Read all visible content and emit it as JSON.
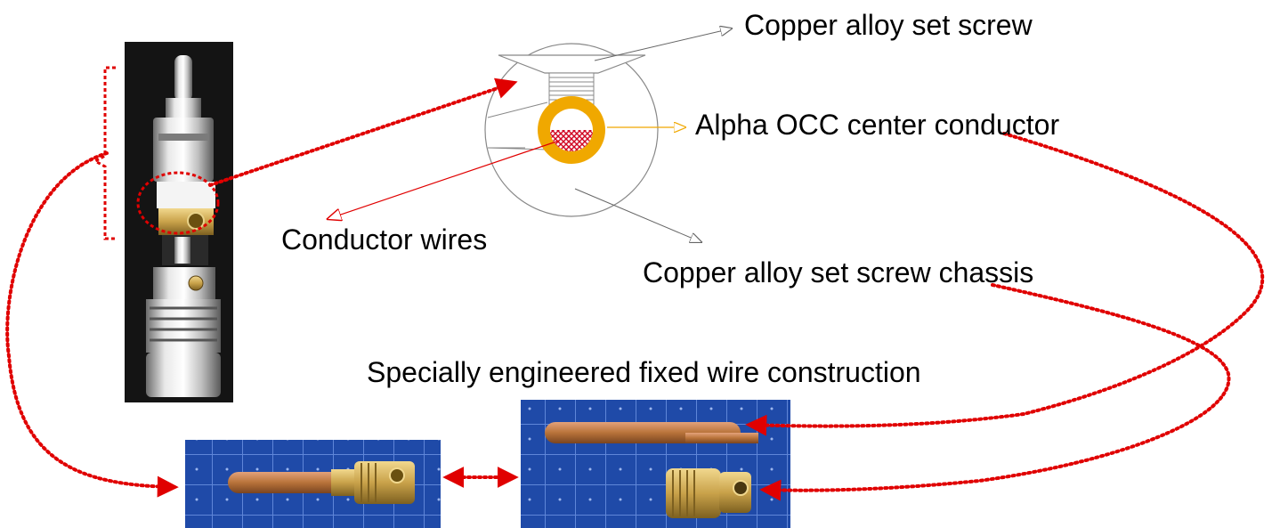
{
  "labels": {
    "set_screw": "Copper alloy set screw",
    "center_conductor": "Alpha OCC center conductor",
    "conductor_wires": "Conductor wires",
    "chassis": "Copper alloy set screw chassis",
    "caption": "Specially engineered fixed wire construction"
  },
  "colors": {
    "connector_arrow": "#e00000",
    "center_conductor_ring": "#f0a800",
    "cutaway_grid": "#888888",
    "wire_hatch": "#d00020",
    "photo_background": "#1d3f9a",
    "copper": "#b8733a",
    "brass": "#c9a24a",
    "chrome": "#cfcfcf"
  },
  "icons": {
    "cutaway": "cutaway-cross-section-icon",
    "connector_photo": "rca-connector-photo",
    "pin_photo": "center-pin-photo",
    "parts_photo": "disassembled-parts-photo"
  }
}
